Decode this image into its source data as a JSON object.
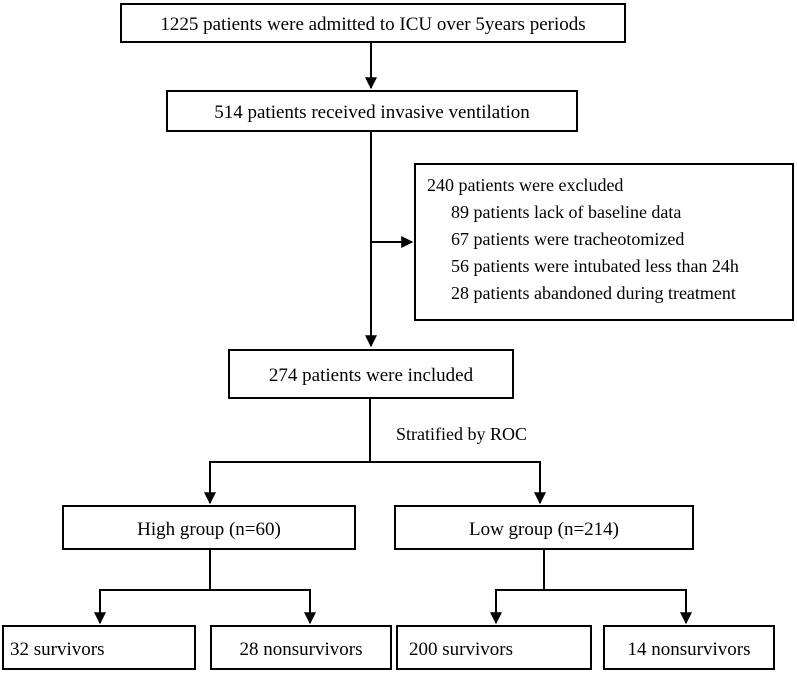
{
  "nodes": {
    "admitted": "1225 patients were admitted to ICU over 5years periods",
    "ventilated": "514 patients received invasive ventilation",
    "excluded": {
      "title": "240 patients were excluded",
      "reasons": [
        "89 patients lack of baseline data",
        "67 patients were tracheotomized",
        "56 patients were intubated less than 24h",
        "28 patients abandoned during treatment"
      ]
    },
    "included": "274 patients were included",
    "stratified_label": "Stratified by ROC",
    "high_group": "High group (n=60)",
    "low_group": "Low group (n=214)",
    "high_survivors": "32 survivors",
    "high_nonsurvivors": "28 nonsurvivors",
    "low_survivors": "200 survivors",
    "low_nonsurvivors": "14 nonsurvivors"
  }
}
